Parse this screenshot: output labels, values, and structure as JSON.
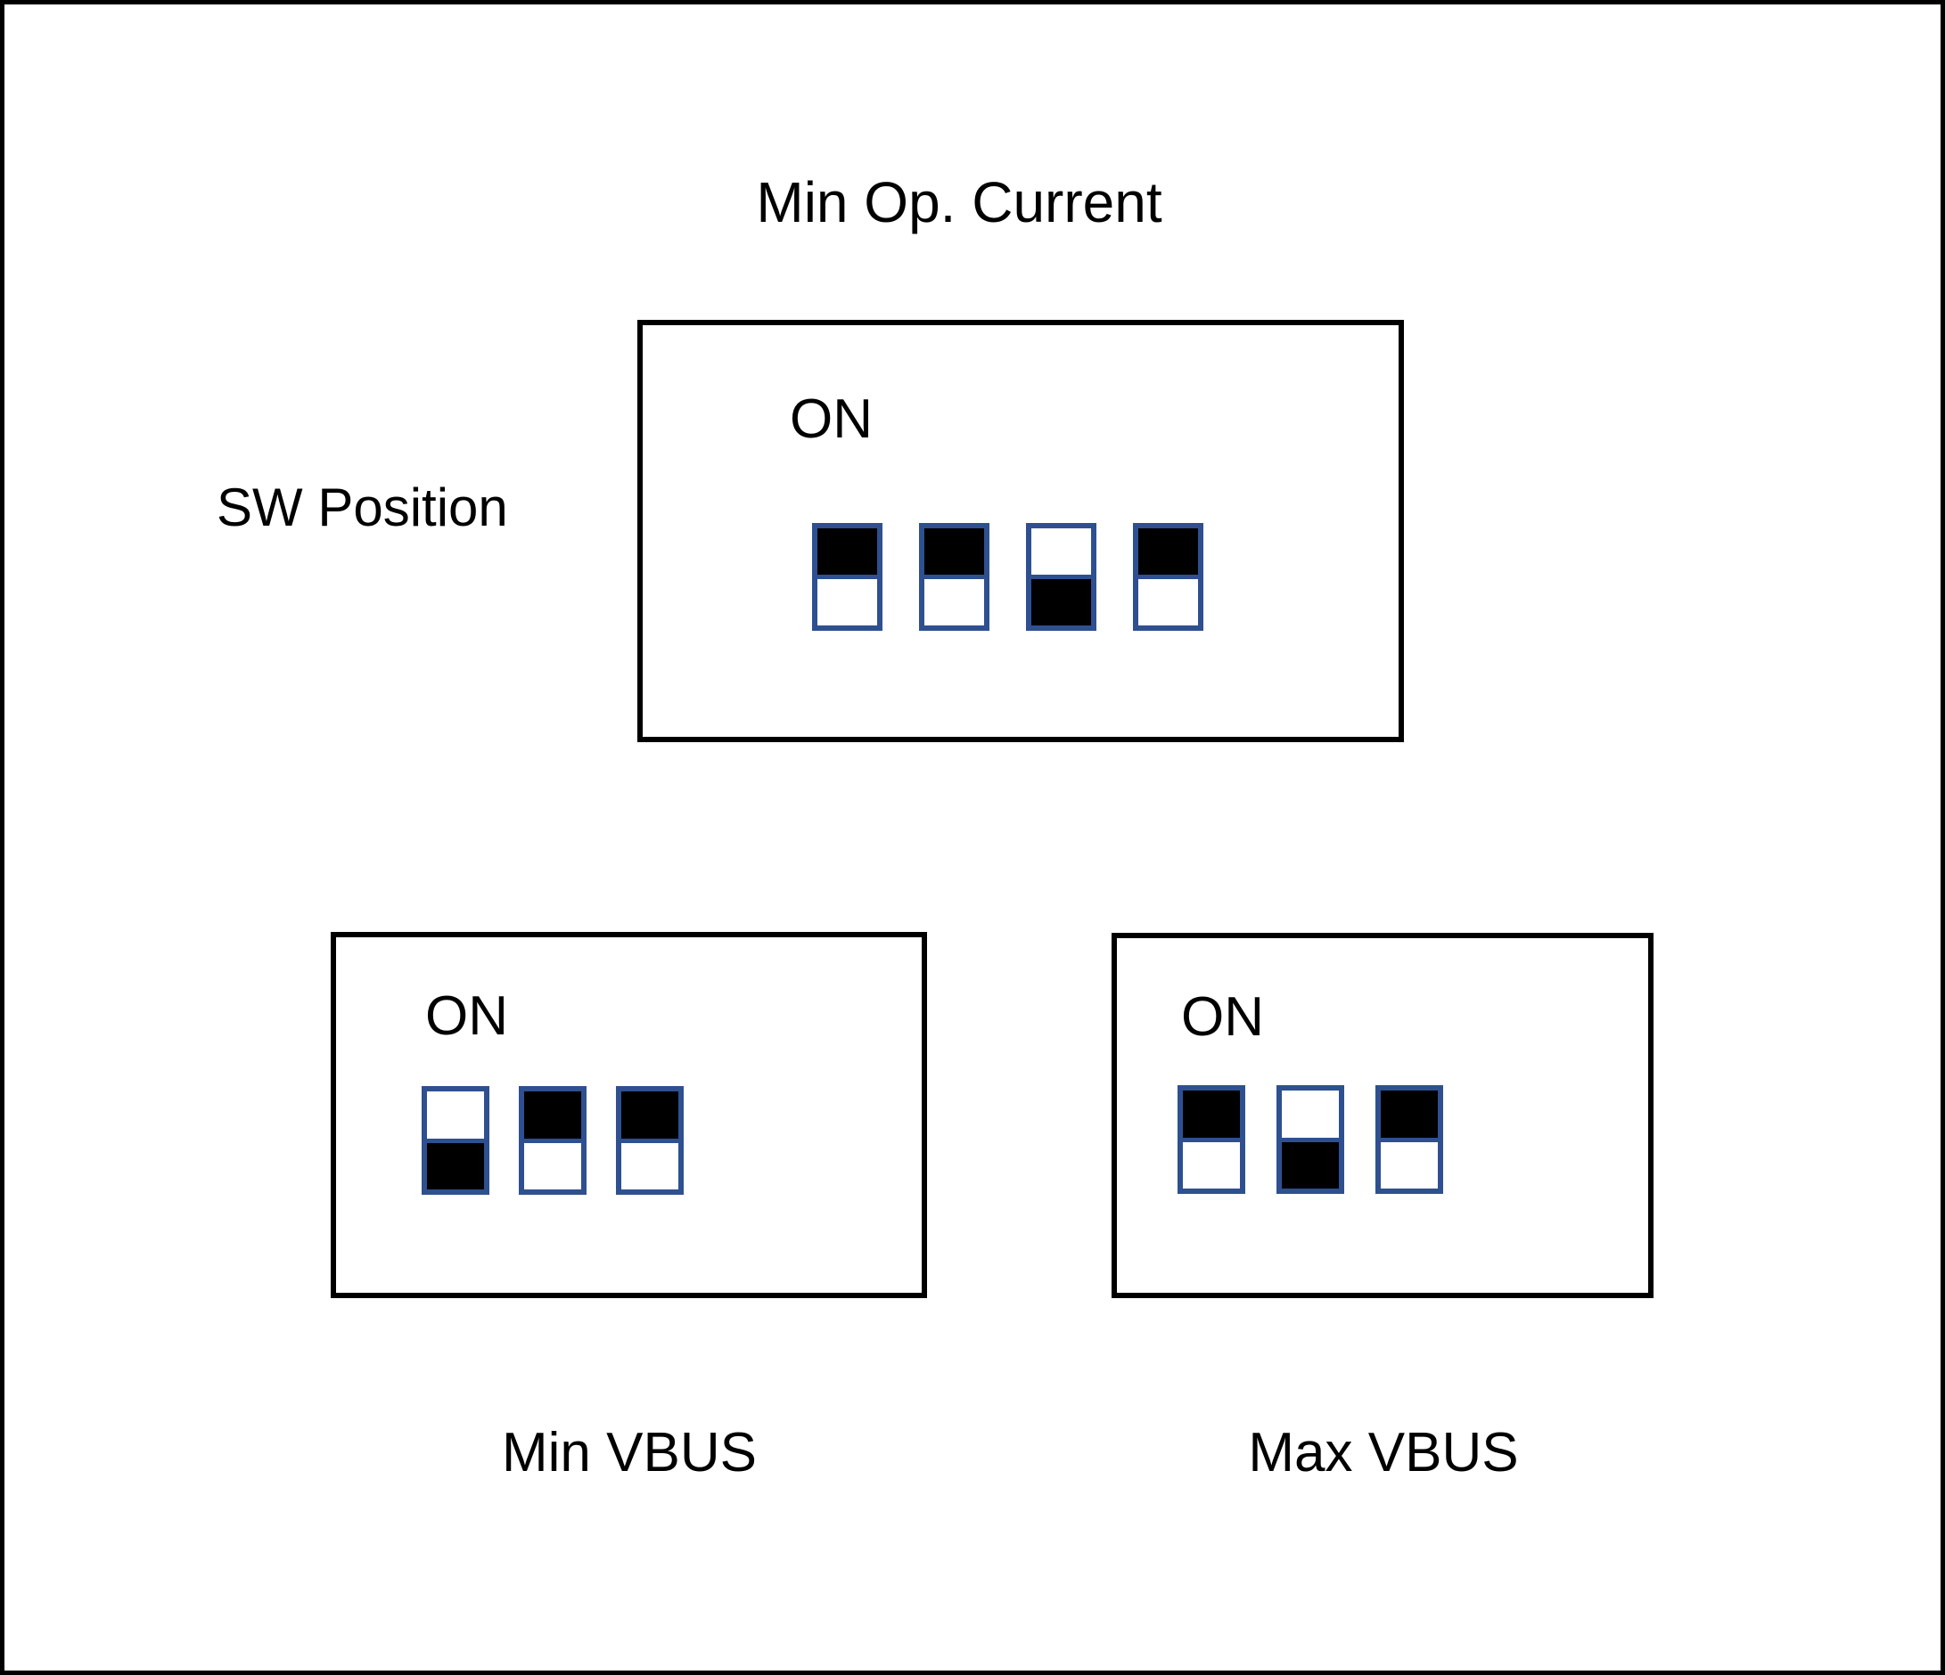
{
  "diagram": {
    "title": "Min Op. Current",
    "row_label": "SW Position",
    "on_label": "ON",
    "switch_border_color": "#2E5090",
    "switch_fill_color": "#000000",
    "frame_color": "#000000",
    "background_color": "#FFFFFF",
    "blocks": [
      {
        "id": "min-op-current",
        "caption_above": "Min Op. Current",
        "caption_below": "",
        "on_label": "ON",
        "switch_count": 4,
        "switches": [
          {
            "index": 1,
            "state": "ON",
            "filled_half": "top"
          },
          {
            "index": 2,
            "state": "ON",
            "filled_half": "top"
          },
          {
            "index": 3,
            "state": "OFF",
            "filled_half": "bottom"
          },
          {
            "index": 4,
            "state": "ON",
            "filled_half": "top"
          }
        ]
      },
      {
        "id": "min-vbus",
        "caption_above": "",
        "caption_below": "Min VBUS",
        "on_label": "ON",
        "switch_count": 3,
        "switches": [
          {
            "index": 1,
            "state": "OFF",
            "filled_half": "bottom"
          },
          {
            "index": 2,
            "state": "ON",
            "filled_half": "top"
          },
          {
            "index": 3,
            "state": "ON",
            "filled_half": "top"
          }
        ]
      },
      {
        "id": "max-vbus",
        "caption_above": "",
        "caption_below": "Max VBUS",
        "on_label": "ON",
        "switch_count": 3,
        "switches": [
          {
            "index": 1,
            "state": "ON",
            "filled_half": "top"
          },
          {
            "index": 2,
            "state": "OFF",
            "filled_half": "bottom"
          },
          {
            "index": 3,
            "state": "ON",
            "filled_half": "top"
          }
        ]
      }
    ]
  }
}
